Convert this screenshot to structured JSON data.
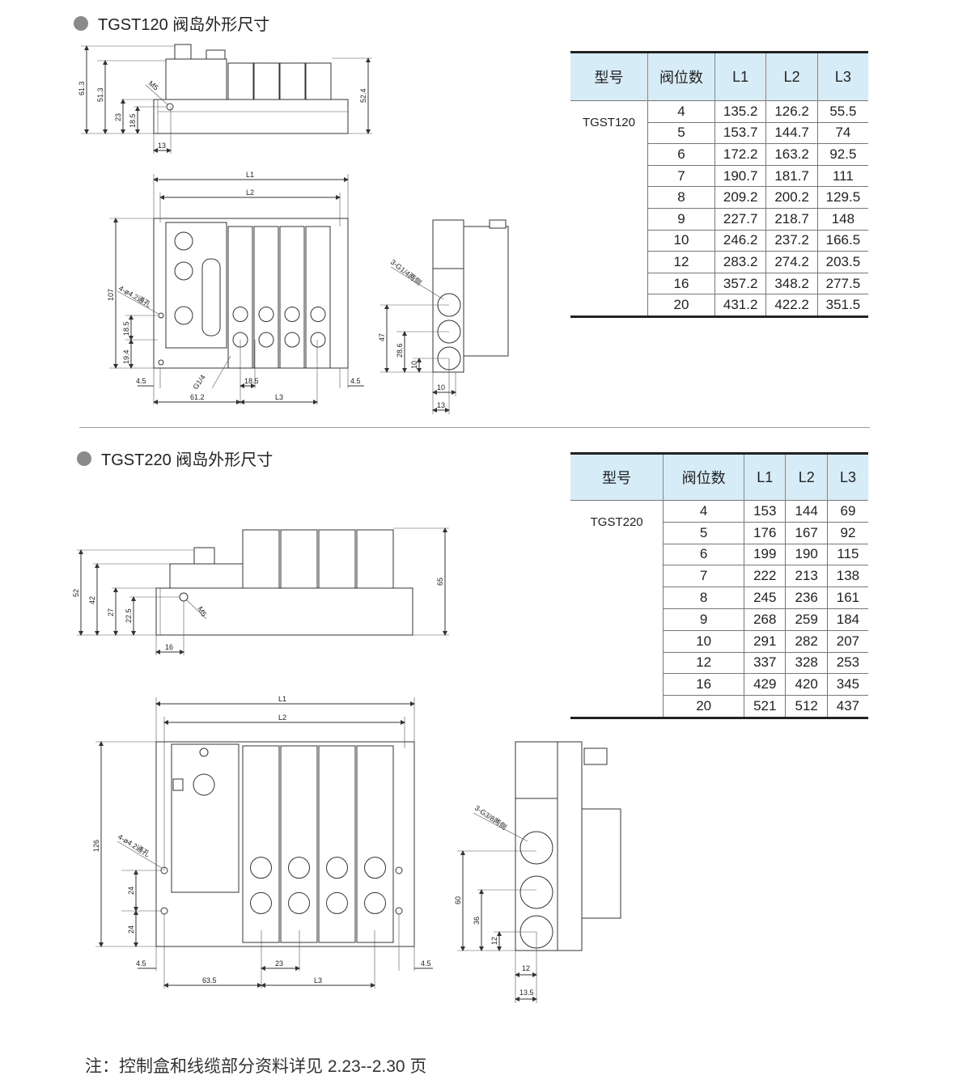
{
  "section1": {
    "title": "TGST120 阀岛外形尺寸",
    "top_view_dims": [
      "61.3",
      "51.3",
      "23",
      "18.5",
      "13",
      "52.4",
      "M5"
    ],
    "front_view_dims": {
      "l1": "L1",
      "l2": "L2",
      "h": "107",
      "hole": "4-ø4.2通孔",
      "d1": "18.5",
      "d2": "19.4",
      "e1": "4.5",
      "pitch": "18.5",
      "e2": "4.5",
      "offset": "61.2",
      "l3": "L3",
      "port": "G1/4"
    },
    "side_view_dims": {
      "port": "3-G1/4两侧",
      "h1": "47",
      "h2": "28.6",
      "h3": "10",
      "w1": "10",
      "w2": "13"
    },
    "table": {
      "headers": [
        "型号",
        "阀位数",
        "L1",
        "L2",
        "L3"
      ],
      "model": "TGST120",
      "rows": [
        [
          "4",
          "135.2",
          "126.2",
          "55.5"
        ],
        [
          "5",
          "153.7",
          "144.7",
          "74"
        ],
        [
          "6",
          "172.2",
          "163.2",
          "92.5"
        ],
        [
          "7",
          "190.7",
          "181.7",
          "111"
        ],
        [
          "8",
          "209.2",
          "200.2",
          "129.5"
        ],
        [
          "9",
          "227.7",
          "218.7",
          "148"
        ],
        [
          "10",
          "246.2",
          "237.2",
          "166.5"
        ],
        [
          "12",
          "283.2",
          "274.2",
          "203.5"
        ],
        [
          "16",
          "357.2",
          "348.2",
          "277.5"
        ],
        [
          "20",
          "431.2",
          "422.2",
          "351.5"
        ]
      ]
    }
  },
  "section2": {
    "title": "TGST220 阀岛外形尺寸",
    "top_view_dims": [
      "52",
      "42",
      "27",
      "22.5",
      "16",
      "M5",
      "65"
    ],
    "front_view_dims": {
      "l1": "L1",
      "l2": "L2",
      "h": "126",
      "hole": "4-ø4.2通孔",
      "d1": "24",
      "d2": "24",
      "e1": "4.5",
      "pitch": "23",
      "e2": "4.5",
      "offset": "63.5",
      "l3": "L3"
    },
    "side_view_dims": {
      "port": "3-G3/8两侧",
      "h1": "60",
      "h2": "36",
      "h3": "12",
      "w1": "12",
      "w2": "13.5"
    },
    "table": {
      "headers": [
        "型号",
        "阀位数",
        "L1",
        "L2",
        "L3"
      ],
      "model": "TGST220",
      "rows": [
        [
          "4",
          "153",
          "144",
          "69"
        ],
        [
          "5",
          "176",
          "167",
          "92"
        ],
        [
          "6",
          "199",
          "190",
          "115"
        ],
        [
          "7",
          "222",
          "213",
          "138"
        ],
        [
          "8",
          "245",
          "236",
          "161"
        ],
        [
          "9",
          "268",
          "259",
          "184"
        ],
        [
          "10",
          "291",
          "282",
          "207"
        ],
        [
          "12",
          "337",
          "328",
          "253"
        ],
        [
          "16",
          "429",
          "420",
          "345"
        ],
        [
          "20",
          "521",
          "512",
          "437"
        ]
      ]
    }
  },
  "note": "注：控制盒和线缆部分资料详见 2.23--2.30 页",
  "colors": {
    "header_bg": "#d6ecf7",
    "bullet": "#8a8a8a"
  }
}
